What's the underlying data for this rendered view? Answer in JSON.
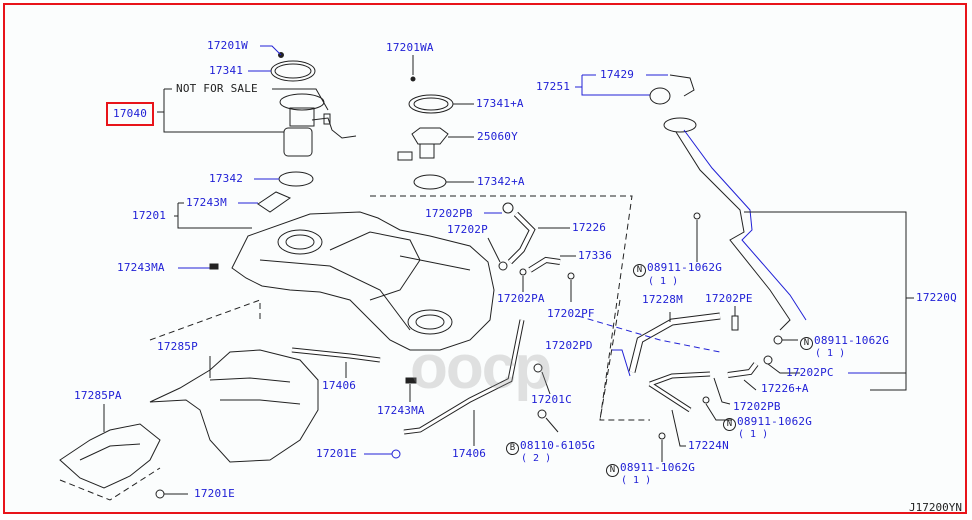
{
  "diagram": {
    "reference_code": "J17200YN",
    "watermark": "oocp",
    "frame_color": "#e8141a",
    "label_color": "#2121d6",
    "highlighted_part": "17040"
  },
  "labels": {
    "p17201W": "17201W",
    "p17341": "17341",
    "not_for_sale": "NOT FOR SALE",
    "p17040": "17040",
    "p17342": "17342",
    "p17201": "17201",
    "p17243M": "17243M",
    "p17243MA_left": "17243MA",
    "p17201WA": "17201WA",
    "p17341A": "17341+A",
    "p25060Y": "25060Y",
    "p17342A": "17342+A",
    "p17251": "17251",
    "p17429": "17429",
    "p17202PB_top": "17202PB",
    "p17202P": "17202P",
    "p17226": "17226",
    "p17336": "17336",
    "p17202PA": "17202PA",
    "p17202PF": "17202PF",
    "n08911_a": "08911-1062G",
    "n08911_a_qty": "( 1 )",
    "p17228M": "17228M",
    "p17202PE": "17202PE",
    "p17220Q": "17220Q",
    "n08911_b": "08911-1062G",
    "n08911_b_qty": "( 1 )",
    "p17202PC": "17202PC",
    "p17226A": "17226+A",
    "p17202PB_bottom": "17202PB",
    "n08911_c": "08911-1062G",
    "n08911_c_qty": "( 1 )",
    "p17224N": "17224N",
    "n08911_d": "08911-1062G",
    "n08911_d_qty": "( 1 )",
    "p17202PD": "17202PD",
    "p17201C": "17201C",
    "b08110": "08110-6105G",
    "b08110_qty": "( 2 )",
    "p17406_right": "17406",
    "p17406_left": "17406",
    "p17243MA_mid": "17243MA",
    "p17201E_mid": "17201E",
    "p17285P": "17285P",
    "p17285PA": "17285PA",
    "p17201E_bottom": "17201E"
  },
  "markers": {
    "n": "N",
    "b": "B"
  }
}
